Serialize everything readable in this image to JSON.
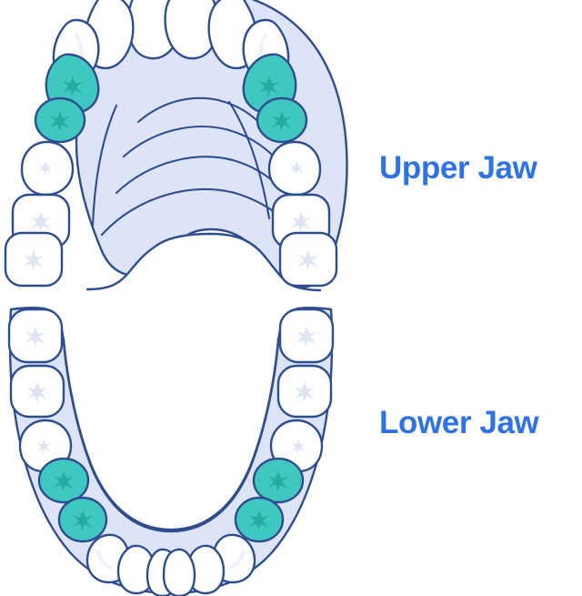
{
  "figure": {
    "title": "Dental arch diagram",
    "background_color": "#ffffff"
  },
  "labels": {
    "upper": "Upper Jaw",
    "lower": "Lower Jaw",
    "color": "#2f72e6"
  },
  "palette": {
    "gum": "#dde4f8",
    "gum_light": "#e7ecfb",
    "outline": "#2e4d8e",
    "outline_soft": "#3a5ea3",
    "tooth": "#ffffff",
    "tooth_shadow": "#f4f6fd",
    "cusp_mark": "#dfe4f5",
    "highlighted_tooth": "#3fc8c2",
    "highlighted_cusp": "#27a9a6",
    "highlight_line": "#eef2fd"
  },
  "arches": [
    {
      "name": "upper-jaw",
      "label": "Upper Jaw",
      "anatomy": "maxilla",
      "palatal_rugae_count": 4,
      "teeth": [
        {
          "id": "ur-central-incisor",
          "type": "incisor",
          "side": "right",
          "highlighted": false
        },
        {
          "id": "ul-central-incisor",
          "type": "incisor",
          "side": "left",
          "highlighted": false
        },
        {
          "id": "ur-lateral-incisor",
          "type": "incisor",
          "side": "right",
          "highlighted": false
        },
        {
          "id": "ul-lateral-incisor",
          "type": "incisor",
          "side": "left",
          "highlighted": false
        },
        {
          "id": "ur-canine",
          "type": "canine",
          "side": "right",
          "highlighted": false
        },
        {
          "id": "ul-canine",
          "type": "canine",
          "side": "left",
          "highlighted": false
        },
        {
          "id": "ur-first-premolar",
          "type": "premolar",
          "side": "right",
          "highlighted": true
        },
        {
          "id": "ul-first-premolar",
          "type": "premolar",
          "side": "left",
          "highlighted": true
        },
        {
          "id": "ur-second-premolar",
          "type": "premolar",
          "side": "right",
          "highlighted": true
        },
        {
          "id": "ul-second-premolar",
          "type": "premolar",
          "side": "left",
          "highlighted": true
        },
        {
          "id": "ur-first-molar",
          "type": "molar",
          "side": "right",
          "highlighted": false
        },
        {
          "id": "ul-first-molar",
          "type": "molar",
          "side": "left",
          "highlighted": false
        },
        {
          "id": "ur-second-molar",
          "type": "molar",
          "side": "right",
          "highlighted": false
        },
        {
          "id": "ul-second-molar",
          "type": "molar",
          "side": "left",
          "highlighted": false
        },
        {
          "id": "ur-third-molar",
          "type": "molar",
          "side": "right",
          "highlighted": false
        },
        {
          "id": "ul-third-molar",
          "type": "molar",
          "side": "left",
          "highlighted": false
        }
      ],
      "highlighted_count": 4
    },
    {
      "name": "lower-jaw",
      "label": "Lower Jaw",
      "anatomy": "mandible",
      "palatal_rugae_count": 0,
      "teeth": [
        {
          "id": "lr-central-incisor",
          "type": "incisor",
          "side": "right",
          "highlighted": false
        },
        {
          "id": "ll-central-incisor",
          "type": "incisor",
          "side": "left",
          "highlighted": false
        },
        {
          "id": "lr-lateral-incisor",
          "type": "incisor",
          "side": "right",
          "highlighted": false
        },
        {
          "id": "ll-lateral-incisor",
          "type": "incisor",
          "side": "left",
          "highlighted": false
        },
        {
          "id": "lr-canine",
          "type": "canine",
          "side": "right",
          "highlighted": false
        },
        {
          "id": "ll-canine",
          "type": "canine",
          "side": "left",
          "highlighted": false
        },
        {
          "id": "lr-first-premolar",
          "type": "premolar",
          "side": "right",
          "highlighted": true
        },
        {
          "id": "ll-first-premolar",
          "type": "premolar",
          "side": "left",
          "highlighted": true
        },
        {
          "id": "lr-second-premolar",
          "type": "premolar",
          "side": "right",
          "highlighted": true
        },
        {
          "id": "ll-second-premolar",
          "type": "premolar",
          "side": "left",
          "highlighted": true
        },
        {
          "id": "lr-first-molar",
          "type": "molar",
          "side": "right",
          "highlighted": false
        },
        {
          "id": "ll-first-molar",
          "type": "molar",
          "side": "left",
          "highlighted": false
        },
        {
          "id": "lr-second-molar",
          "type": "molar",
          "side": "right",
          "highlighted": false
        },
        {
          "id": "ll-second-molar",
          "type": "molar",
          "side": "left",
          "highlighted": false
        },
        {
          "id": "lr-third-molar",
          "type": "molar",
          "side": "right",
          "highlighted": false
        },
        {
          "id": "ll-third-molar",
          "type": "molar",
          "side": "left",
          "highlighted": false
        }
      ],
      "highlighted_count": 4
    }
  ]
}
